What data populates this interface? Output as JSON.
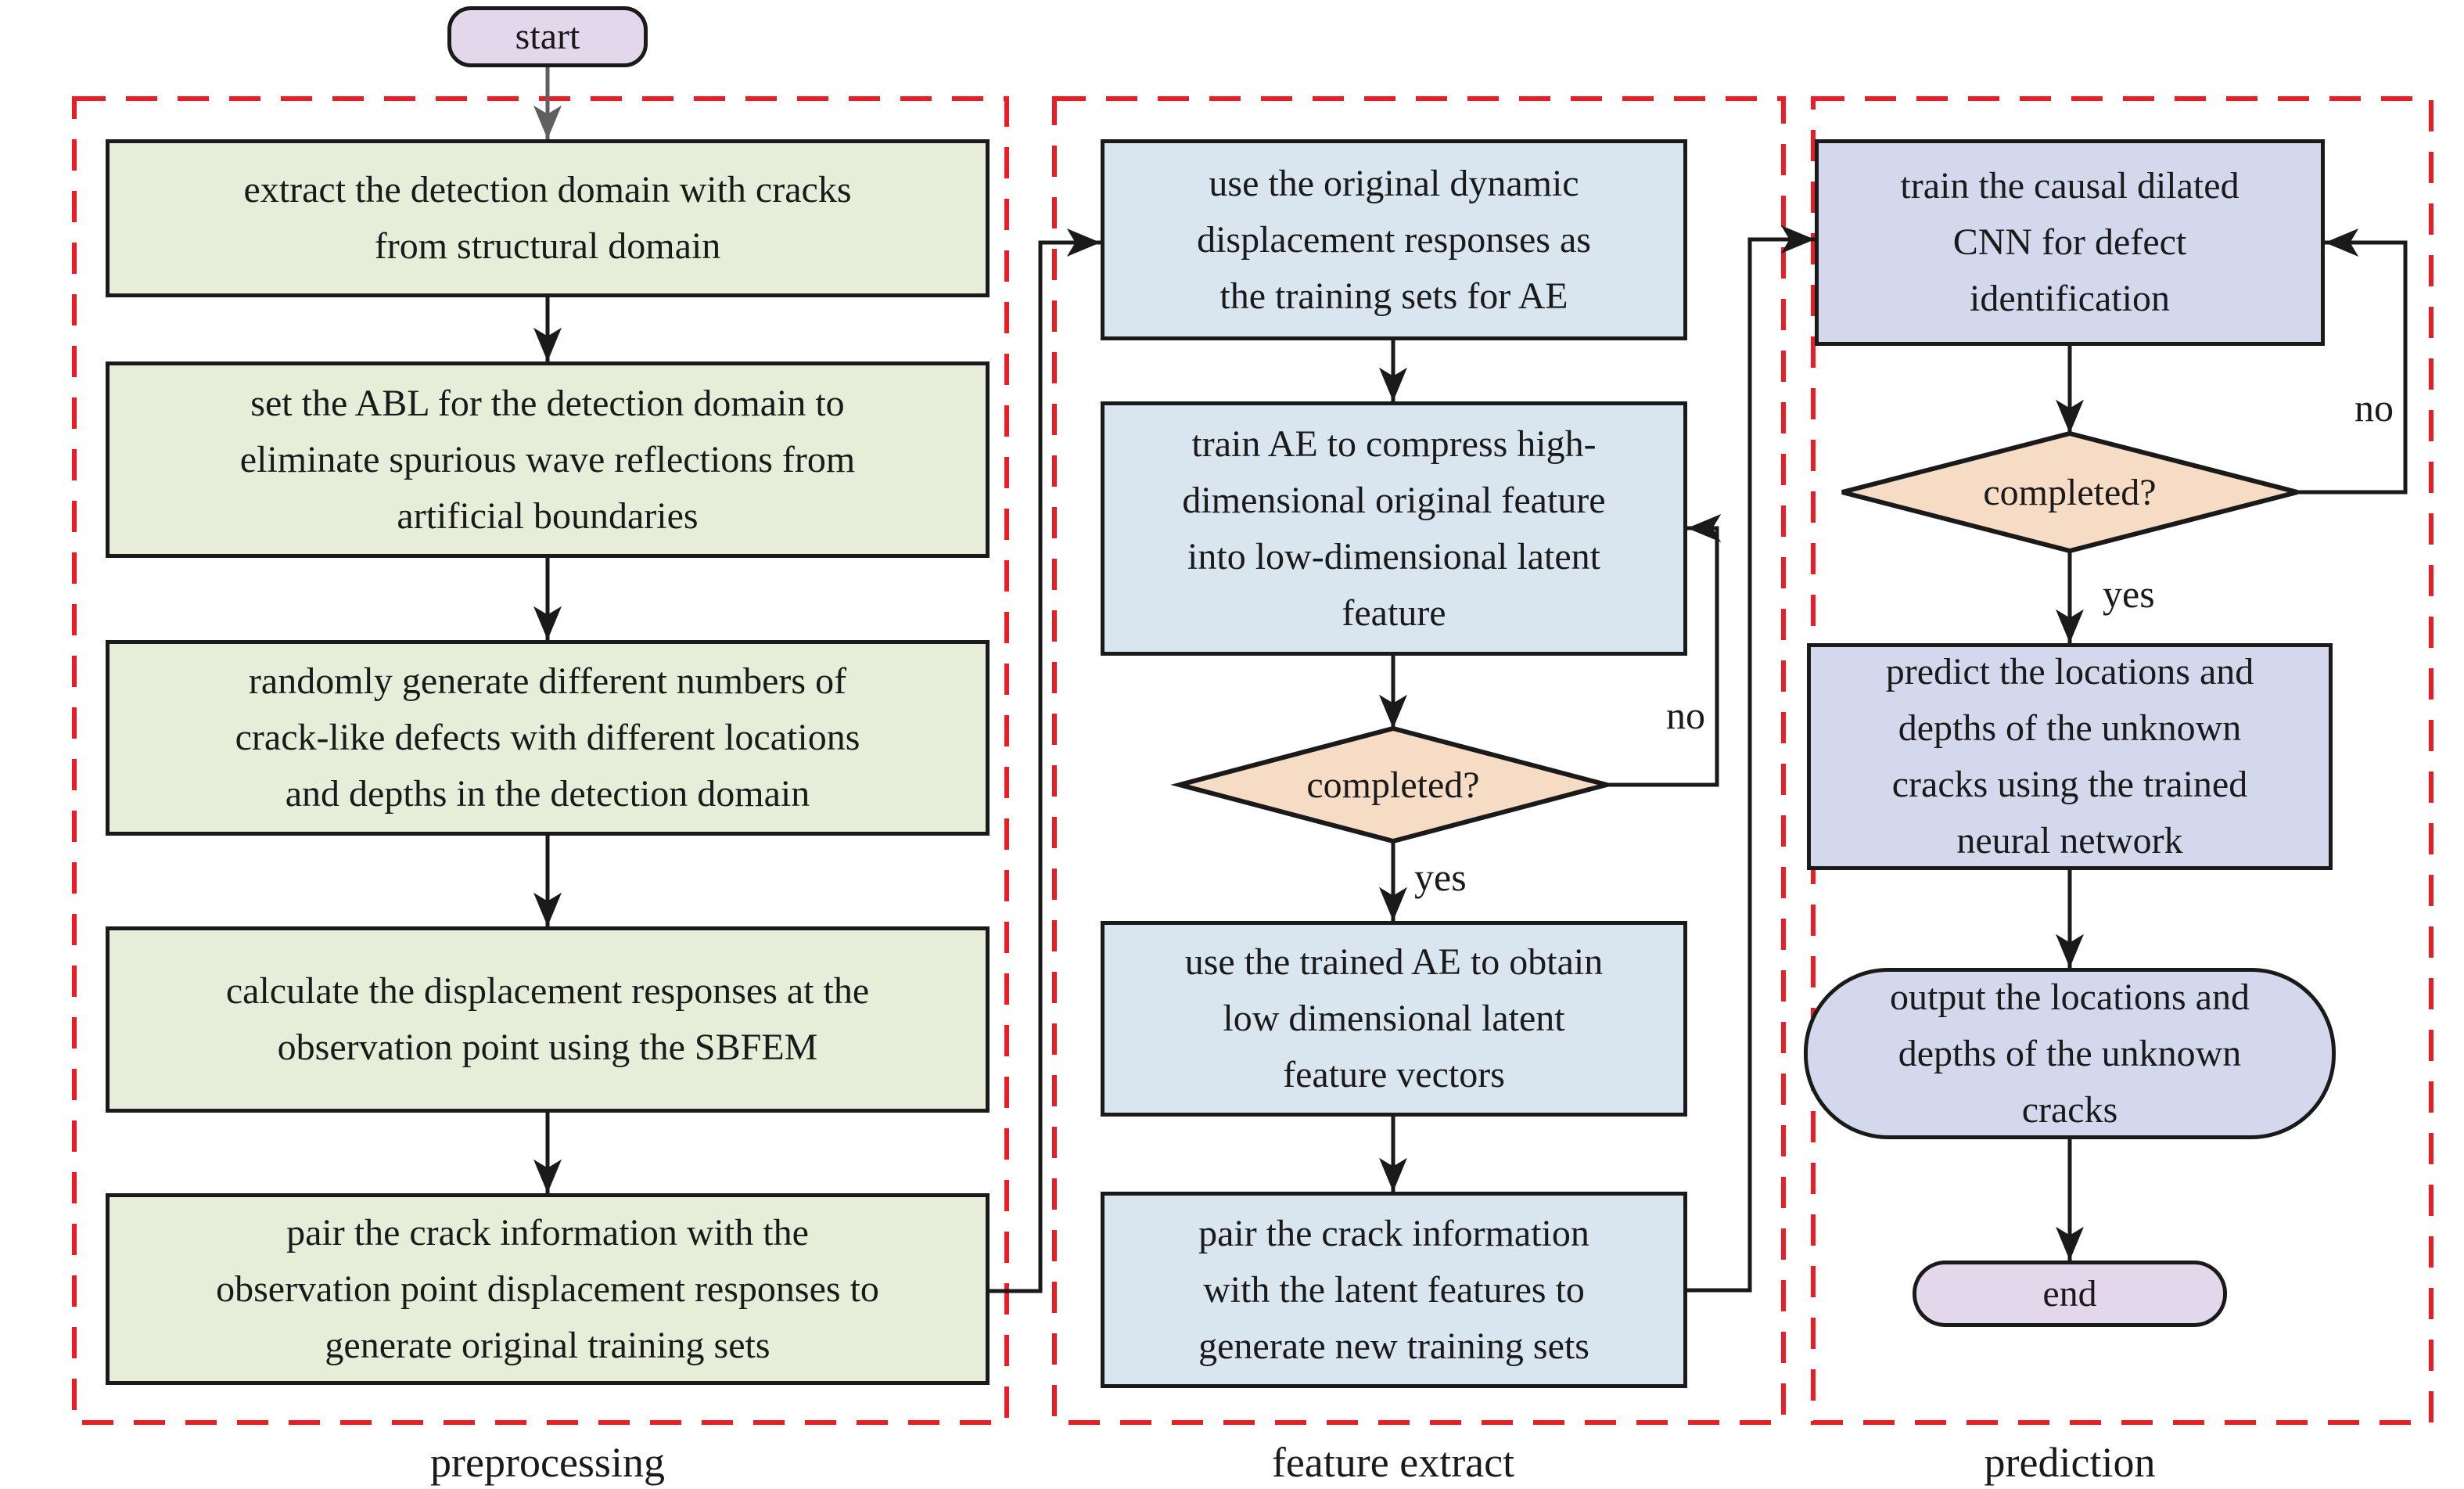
{
  "terminals": {
    "start": "start",
    "end": "end"
  },
  "group_labels": {
    "group1": "preprocessing",
    "group2": "feature extract",
    "group3": "prediction"
  },
  "preprocessing": {
    "steps": [
      "extract the detection domain with cracks\nfrom structural domain",
      "set the ABL for the detection domain to\neliminate spurious wave reflections from\nartificial boundaries",
      "randomly generate different numbers of\ncrack-like defects with different locations\nand depths in the detection domain",
      "calculate the displacement responses at the\nobservation point using the SBFEM",
      "pair the crack information with the\nobservation point displacement responses to\ngenerate original training sets"
    ]
  },
  "feature_extract": {
    "steps": [
      "use the original dynamic\ndisplacement responses as\nthe training sets for AE",
      "train AE to compress high-\ndimensional original feature\ninto low-dimensional latent\nfeature",
      "use the trained AE to obtain\nlow dimensional latent\nfeature vectors",
      "pair the crack information\nwith the latent features to\ngenerate new training sets"
    ],
    "decision": "completed?",
    "no_label": "no",
    "yes_label": "yes"
  },
  "prediction": {
    "steps": [
      "train the causal dilated\nCNN for defect\nidentification",
      "predict the locations and\ndepths of the unknown\ncracks using the trained\nneural network"
    ],
    "output": "output the locations and\ndepths of the unknown\ncracks",
    "decision": "completed?",
    "no_label": "no",
    "yes_label": "yes"
  },
  "colors": {
    "background": "#ffffff",
    "ink": "#1a1a1a",
    "red_dashed": "#ec1c24",
    "green_box": "#e8edd9",
    "blue_box": "#d9e5ef",
    "purple_box": "#d3d8ec",
    "peach_diamond": "#f7dcc5",
    "lilac_terminal": "#e3d8eb",
    "gray_arrow": "#5f5f5f"
  }
}
